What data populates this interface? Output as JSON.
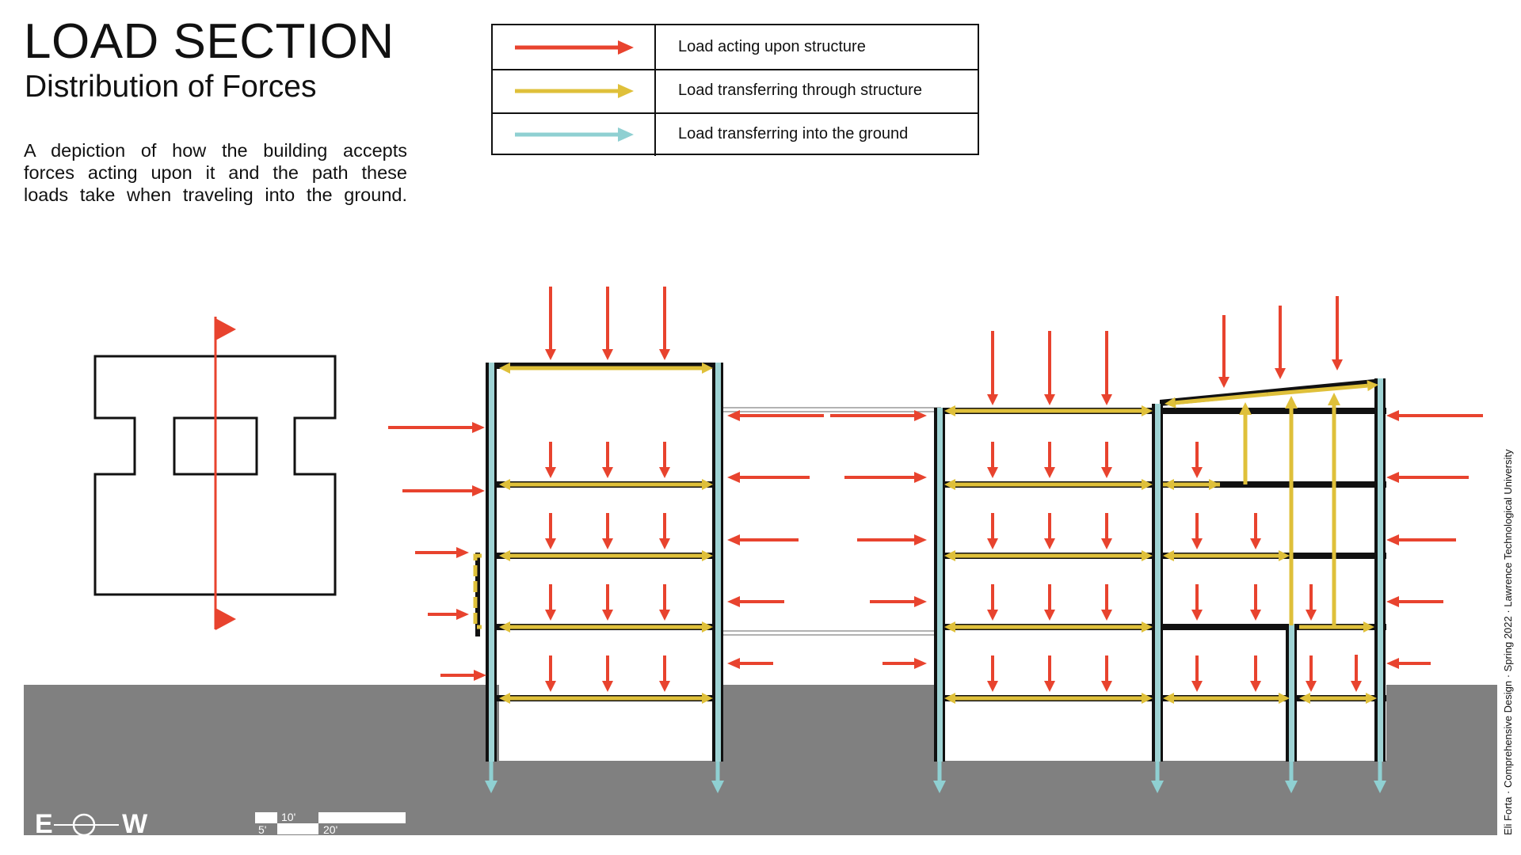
{
  "header": {
    "title": "LOAD SECTION",
    "subtitle": "Distribution of Forces"
  },
  "description": {
    "lines": [
      "A depiction of how the building accepts",
      "forces acting upon it and the path these",
      "loads take when traveling into the ground."
    ]
  },
  "legend": {
    "items": [
      {
        "label": "Load acting upon structure",
        "color": "#e8432e"
      },
      {
        "label": "Load transferring through structure",
        "color": "#dfc03a"
      },
      {
        "label": "Load transferring into the ground",
        "color": "#8fd0d2"
      }
    ]
  },
  "colors": {
    "load": "#e8432e",
    "transfer": "#dfc03a",
    "ground_load": "#8fd0d2",
    "ground": "#808080",
    "column": "#9fd3d4",
    "structure": "#111111"
  },
  "orientation": {
    "east": "E",
    "west": "W"
  },
  "scale_bar": {
    "labels": [
      "5'",
      "10'",
      "20'"
    ]
  },
  "credit": "Eli Forta · Comprehensive Design · Spring 2022 · Lawrence Technological University",
  "icons": {
    "key_plan": "section-cut-key-plan-icon",
    "compass": "east-west-compass-icon"
  }
}
